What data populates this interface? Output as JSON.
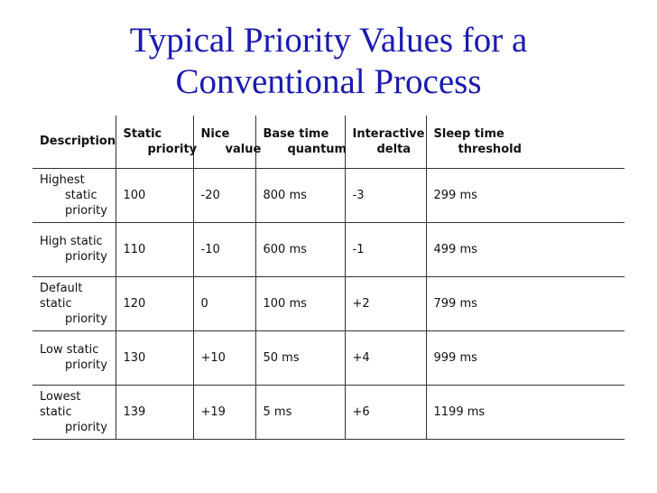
{
  "slide": {
    "title_line1": "Typical Priority Values for a",
    "title_line2": "Conventional Process",
    "title_color": "#1a1ab0"
  },
  "table": {
    "headers": [
      {
        "line1": "Description",
        "line2": ""
      },
      {
        "line1": "Static",
        "line2": "priority"
      },
      {
        "line1": "Nice",
        "line2": "value"
      },
      {
        "line1": "Base time",
        "line2": "quantum"
      },
      {
        "line1": "Interactive",
        "line2": "delta"
      },
      {
        "line1": "Sleep time",
        "line2": "threshold"
      }
    ],
    "rows": [
      {
        "desc_line1": "Highest",
        "desc_line2": "static",
        "desc_line3": "priority",
        "static": "100",
        "nice": "-20",
        "base": "800 ms",
        "delta": "-3",
        "sleep": "299 ms"
      },
      {
        "desc_line1": "High static",
        "desc_line2": "priority",
        "desc_line3": "",
        "static": "110",
        "nice": "-10",
        "base": "600 ms",
        "delta": "-1",
        "sleep": "499 ms"
      },
      {
        "desc_line1": "Default static",
        "desc_line2": "priority",
        "desc_line3": "",
        "static": "120",
        "nice": "0",
        "base": "100 ms",
        "delta": "+2",
        "sleep": "799 ms"
      },
      {
        "desc_line1": "Low static",
        "desc_line2": "priority",
        "desc_line3": "",
        "static": "130",
        "nice": "+10",
        "base": "50 ms",
        "delta": "+4",
        "sleep": "999 ms"
      },
      {
        "desc_line1": "Lowest static",
        "desc_line2": "priority",
        "desc_line3": "",
        "static": "139",
        "nice": "+19",
        "base": "5 ms",
        "delta": "+6",
        "sleep": "1199 ms"
      }
    ]
  }
}
